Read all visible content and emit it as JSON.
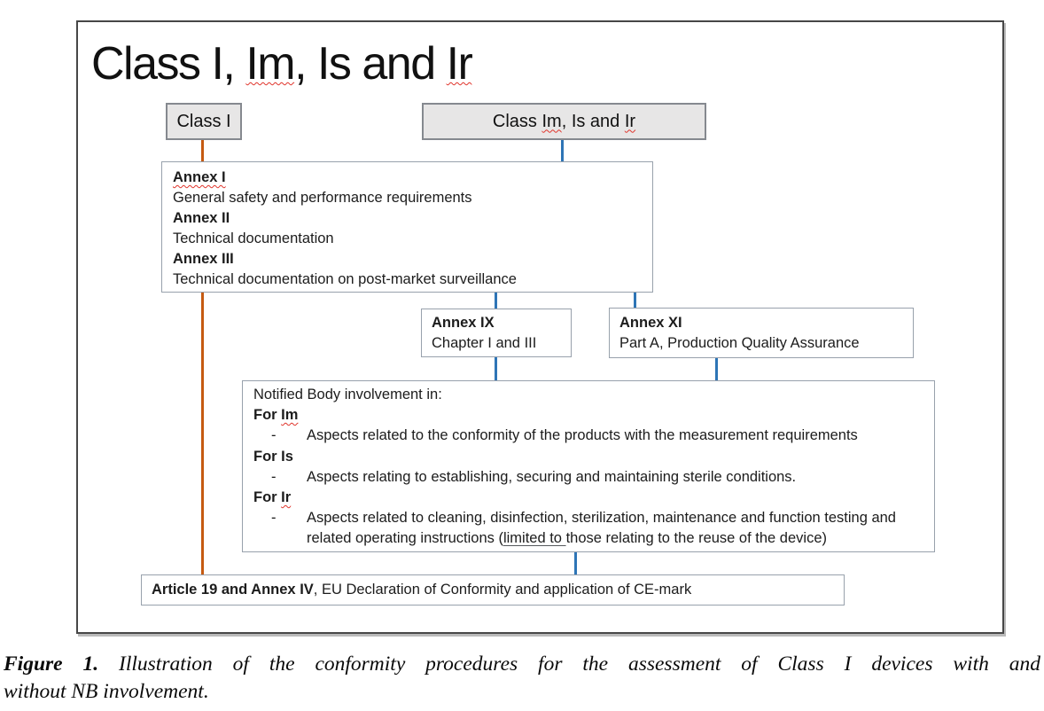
{
  "colors": {
    "connector_blue": "#2E75B6",
    "connector_orange": "#C55A11",
    "header_box_fill": "#E7E6E6",
    "content_box_border": "#98a1ac",
    "frame_border": "#474747",
    "spellcheck_squiggle_red": "#e0342b"
  },
  "slide": {
    "title_segments": [
      {
        "t": "Class I, "
      },
      {
        "t": "Im",
        "s": "sq"
      },
      {
        "t": ", Is and "
      },
      {
        "t": "Ir",
        "s": "sq"
      }
    ],
    "class1_box": {
      "label": "Class I"
    },
    "class_im_box": {
      "segments": [
        {
          "t": "Class "
        },
        {
          "t": "Im",
          "s": "sq"
        },
        {
          "t": ", Is and "
        },
        {
          "t": "Ir",
          "s": "sq"
        }
      ]
    },
    "annex_box": {
      "lines": [
        {
          "segments": [
            {
              "t": "Annex I",
              "s": "b sq"
            }
          ]
        },
        {
          "segments": [
            {
              "t": "General safety and performance requirements"
            }
          ]
        },
        {
          "segments": [
            {
              "t": "Annex II",
              "s": "b"
            }
          ]
        },
        {
          "segments": [
            {
              "t": "Technical documentation"
            }
          ]
        },
        {
          "segments": [
            {
              "t": "Annex III",
              "s": "b"
            }
          ]
        },
        {
          "segments": [
            {
              "t": "Technical documentation on post-market surveillance"
            }
          ]
        }
      ]
    },
    "annex_ix_box": {
      "lines": [
        {
          "segments": [
            {
              "t": "Annex IX",
              "s": "b"
            }
          ]
        },
        {
          "segments": [
            {
              "t": "Chapter I and III"
            }
          ]
        }
      ]
    },
    "annex_xi_box": {
      "lines": [
        {
          "segments": [
            {
              "t": "Annex XI",
              "s": "b"
            }
          ]
        },
        {
          "segments": [
            {
              "t": "Part A, Production Quality Assurance"
            }
          ]
        }
      ]
    },
    "notified_body_box": {
      "lines": [
        {
          "segments": [
            {
              "t": "Notified Body involvement in:"
            }
          ]
        },
        {
          "segments": [
            {
              "t": "For ",
              "s": "b"
            },
            {
              "t": "Im",
              "s": "b sq"
            }
          ]
        },
        {
          "segments": [
            {
              "t": "-",
              "s": "dash"
            },
            {
              "t": "Aspects related to the conformity of the products with the measurement requirements"
            }
          ]
        },
        {
          "segments": [
            {
              "t": "For Is",
              "s": "b"
            }
          ]
        },
        {
          "segments": [
            {
              "t": "-",
              "s": "dash"
            },
            {
              "t": "Aspects relating to establishing, securing and maintaining sterile conditions."
            }
          ]
        },
        {
          "segments": [
            {
              "t": "For ",
              "s": "b"
            },
            {
              "t": "Ir",
              "s": "b sq"
            }
          ]
        },
        {
          "segments": [
            {
              "t": "-",
              "s": "dash"
            },
            {
              "t": "Aspects related to cleaning, disinfection, sterilization, maintenance and function testing and related operating instructions ("
            },
            {
              "t": "limited to ",
              "s": "u"
            },
            {
              "t": "those relating to the reuse of the device)"
            }
          ]
        }
      ]
    },
    "article_box": {
      "segments": [
        {
          "t": "Article 19 and Annex IV",
          "s": "b"
        },
        {
          "t": ", EU Declaration of Conformity and application of CE-mark"
        }
      ]
    }
  },
  "caption": {
    "line1_segments": [
      {
        "t": "Figure 1.",
        "s": "b"
      },
      {
        "t": " Illustration of the conformity procedures for the assessment of Class I devices with and"
      }
    ],
    "line2_segments": [
      {
        "t": "without NB involvement."
      }
    ]
  }
}
